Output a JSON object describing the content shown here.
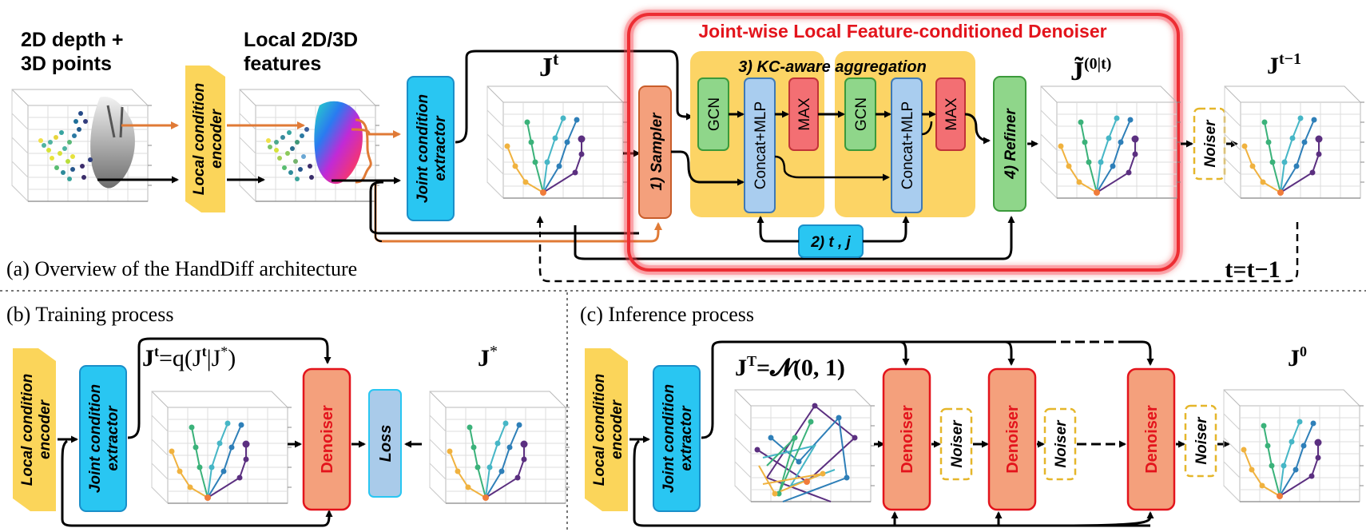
{
  "panel_a": {
    "caption": "(a) Overview of the HandDiff architecture",
    "input_label_line1": "2D depth +",
    "input_label_line2": "3D points",
    "features_label_line1": "Local 2D/3D",
    "features_label_line2": "features",
    "local_condition_encoder_line1": "Local condition",
    "local_condition_encoder_line2": "encoder",
    "joint_condition_extractor_line1": "Joint condition",
    "joint_condition_extractor_line2": "extractor",
    "jt_label": "J",
    "jt_sup": "t",
    "denoiser_title": "Joint-wise Local Feature-conditioned Denoiser",
    "sampler": "1) Sampler",
    "kc_title": "3) KC-aware aggregation",
    "gcn": "GCN",
    "concat_mlp": "Concat+MLP",
    "max": "MAX",
    "tj_label": "2) t , j",
    "refiner": "4) Refiner",
    "j0t_label": "J̃",
    "j0t_sup": "(0|t)",
    "noiser": "Noiser",
    "jt1_label": "J",
    "jt1_sup": "t−1",
    "loop_label": "t=t−1"
  },
  "panel_b": {
    "caption": "(b) Training process",
    "local_condition_encoder_line1": "Local condition",
    "local_condition_encoder_line2": "encoder",
    "joint_condition_extractor_line1": "Joint condition",
    "joint_condition_extractor_line2": "extractor",
    "eq_label": "J",
    "eq_sup": "t",
    "eq_rest": "=q(J",
    "eq_sup2": "t",
    "eq_rest2": "|J",
    "eq_sup3": "*",
    "eq_close": ")",
    "denoiser": "Denoiser",
    "loss": "Loss",
    "jstar_label": "J",
    "jstar_sup": "*"
  },
  "panel_c": {
    "caption": "(c) Inference process",
    "local_condition_encoder_line1": "Local condition",
    "local_condition_encoder_line2": "encoder",
    "joint_condition_extractor_line1": "Joint condition",
    "joint_condition_extractor_line2": "extractor",
    "eq_label": "J",
    "eq_sup": "T",
    "eq_rest": "=𝓝(0, 1)",
    "denoiser": "Denoiser",
    "noiser": "Noiser",
    "j0_label": "J",
    "j0_sup": "0"
  },
  "colors": {
    "yellow": "#fbd55a",
    "cyan": "#29c6f2",
    "orange_box": "#f3a87a",
    "orange_arrow": "#e07a36",
    "red": "#e3141c",
    "gold_bg": "#fcd465",
    "green": "#8fd68a",
    "blue_box": "#a9cdef",
    "pink": "#f36f73",
    "denoiser_fill": "#f4a07c",
    "loss_fill": "#a9cbea"
  }
}
